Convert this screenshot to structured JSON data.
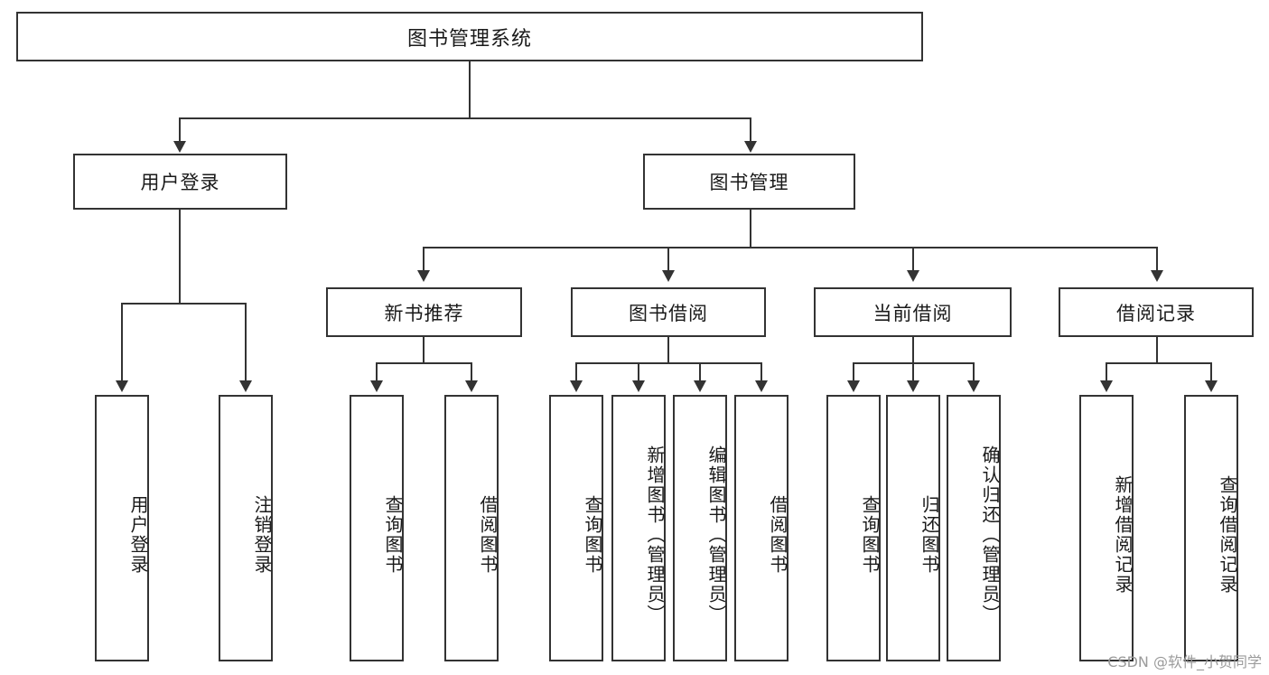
{
  "diagram": {
    "title": "图书管理系统",
    "type": "hierarchy-tree",
    "root": {
      "label": "图书管理系统"
    },
    "level2": [
      {
        "label": "用户登录"
      },
      {
        "label": "图书管理"
      }
    ],
    "level3": [
      {
        "label": "新书推荐"
      },
      {
        "label": "图书借阅"
      },
      {
        "label": "当前借阅"
      },
      {
        "label": "借阅记录"
      }
    ],
    "leaves": {
      "user_login": [
        {
          "label": "用户登录"
        },
        {
          "label": "注销登录"
        }
      ],
      "new_book_recommend": [
        {
          "label": "查询图书"
        },
        {
          "label": "借阅图书"
        }
      ],
      "book_borrow": [
        {
          "label": "查询图书"
        },
        {
          "label": "新增图书（管理员）"
        },
        {
          "label": "编辑图书（管理员）"
        },
        {
          "label": "借阅图书"
        }
      ],
      "current_borrow": [
        {
          "label": "查询图书"
        },
        {
          "label": "归还图书"
        },
        {
          "label": "确认归还（管理员）"
        }
      ],
      "borrow_record": [
        {
          "label": "新增借阅记录"
        },
        {
          "label": "查询借阅记录"
        }
      ]
    }
  },
  "watermark": {
    "text": "CSDN @软件_小贺同学"
  },
  "colors": {
    "stroke": "#333333",
    "background": "#ffffff",
    "text": "#1a1a1a",
    "watermark": "#9b9b9b"
  }
}
